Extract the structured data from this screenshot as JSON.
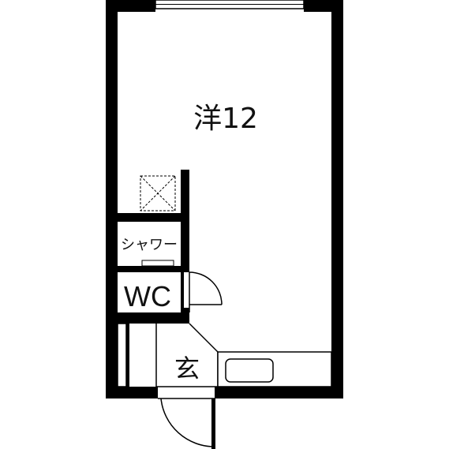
{
  "floor_plan": {
    "main_room_label": "洋12",
    "shower_label": "シャワー",
    "toilet_label": "WC",
    "entrance_label": "玄"
  },
  "colors": {
    "wall": "#000000",
    "background": "#ffffff",
    "line": "#111111"
  }
}
